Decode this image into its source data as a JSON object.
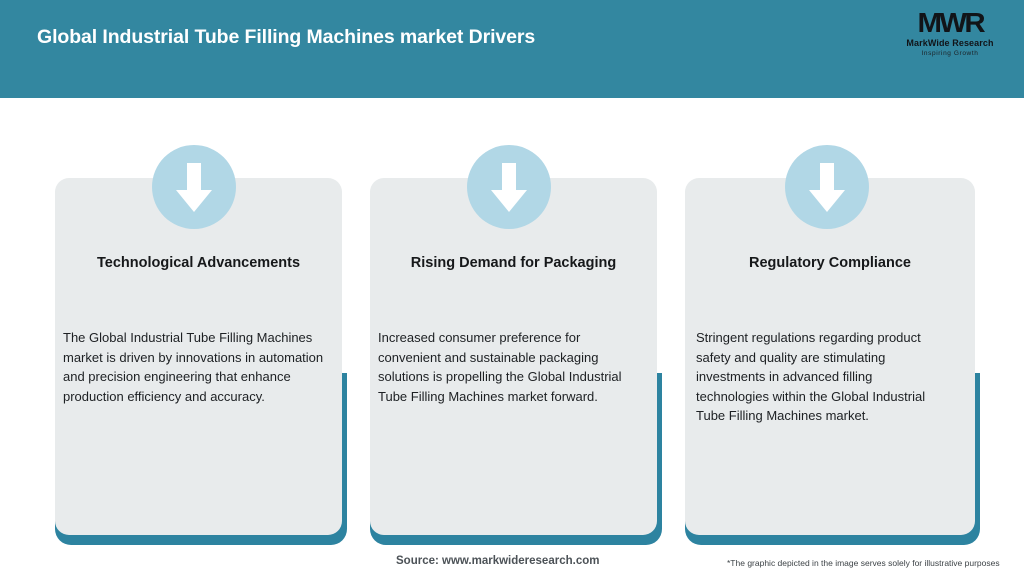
{
  "header": {
    "title": "Global Industrial Tube Filling Machines market Drivers",
    "background_color": "#3387a0",
    "title_color": "#ffffff"
  },
  "logo": {
    "mark": "MWR",
    "name": "MarkWide Research",
    "tagline": "Inspiring Growth"
  },
  "theme": {
    "accent_teal": "#2d83a0",
    "card_background": "#e8ebec",
    "circle_blue": "#b1d7e6",
    "arrow_color": "#ffffff"
  },
  "cards": [
    {
      "icon": "down-arrow-icon",
      "title": "Technological Advancements",
      "body": "The Global Industrial Tube Filling Machines market is driven by innovations in automation and precision engineering that enhance production efficiency and accuracy."
    },
    {
      "icon": "down-arrow-icon",
      "title": "Rising Demand for Packaging",
      "body": "Increased consumer preference for convenient and sustainable packaging solutions is propelling the Global Industrial Tube Filling Machines market forward."
    },
    {
      "icon": "down-arrow-icon",
      "title": "Regulatory Compliance",
      "body": "Stringent regulations regarding product safety and quality are stimulating investments in advanced filling technologies within the Global Industrial Tube Filling Machines market."
    }
  ],
  "footer": {
    "source": "Source: www.markwideresearch.com",
    "disclaimer": "*The graphic depicted in the image serves solely for illustrative purposes"
  }
}
